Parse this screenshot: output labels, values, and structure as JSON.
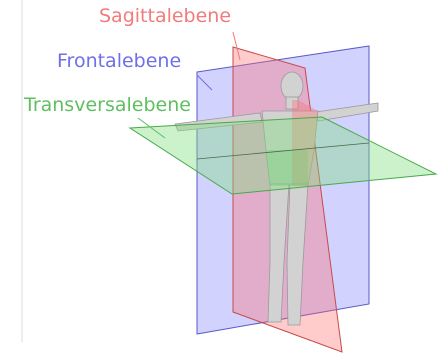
{
  "labels": {
    "sagittal": "Sagittalebene",
    "frontal": "Frontalebene",
    "transversal": "Transversalebene"
  },
  "colors": {
    "sagittal": "#f27b7b",
    "frontal": "#6f6fe8",
    "transversal": "#5fbf5f",
    "body_skin": "#c9c9c9",
    "margin_line": "#d9d9d9"
  }
}
